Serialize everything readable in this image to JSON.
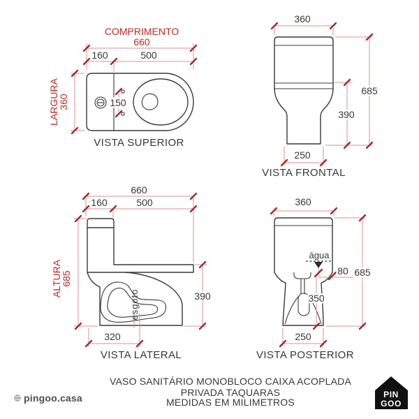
{
  "document": {
    "type": "technical-drawing",
    "caption": {
      "line1": "VASO SANITÁRIO MONOBLOCO CAIXA ACOPLADA",
      "line2": "PRIVADA TAQUARAS",
      "line3": "MEDIDAS EM MILIMETROS"
    }
  },
  "colors": {
    "linework": "#383838",
    "dimension_red": "#c32727",
    "logo_black": "#111111",
    "background": "#ffffff"
  },
  "views": {
    "superior": {
      "title": "VISTA SUPERIOR",
      "labels": {
        "comprimento": "COMPRIMENTO",
        "largura": "LARGURA"
      },
      "dims": {
        "comprimento_total": "660",
        "tank_depth": "160",
        "bowl_depth": "500",
        "largura_total": "360",
        "hole_spacing": "150"
      }
    },
    "frontal": {
      "title": "VISTA FRONTAL",
      "dims": {
        "width": "360",
        "height_total": "685",
        "bowl_height": "390",
        "base_width": "250"
      }
    },
    "lateral": {
      "title": "VISTA LATERAL",
      "labels": {
        "altura": "ALTURA",
        "drain": "esgoto"
      },
      "dims": {
        "length_total": "660",
        "tank_depth": "160",
        "bowl_depth": "500",
        "altura_total": "685",
        "bowl_height": "390",
        "drain_offset": "320"
      }
    },
    "posterior": {
      "title": "VISTA POSTERIOR",
      "labels": {
        "water": "água"
      },
      "dims": {
        "width": "360",
        "water_level": "80",
        "height_total": "685",
        "inlet_height": "350",
        "base_width": "250"
      }
    }
  },
  "branding": {
    "site": "pingoo.casa",
    "logo_line1": "PIN",
    "logo_line2": "GOO"
  }
}
